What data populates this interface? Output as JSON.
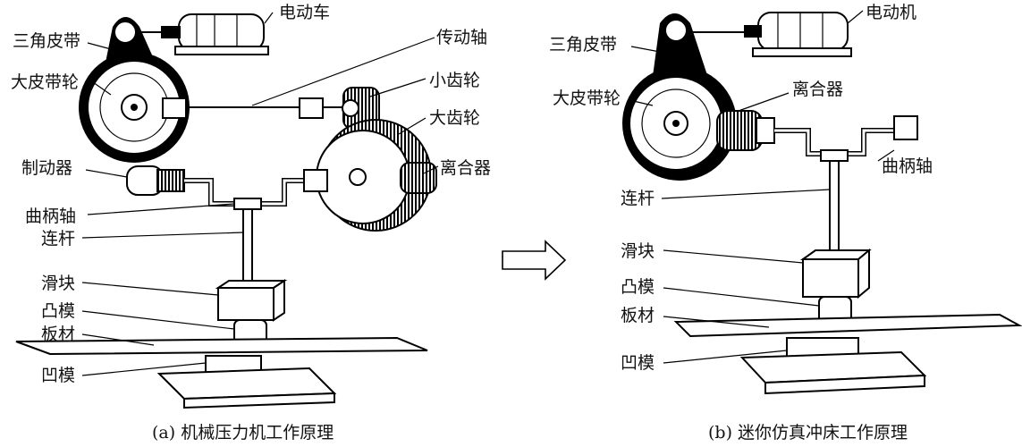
{
  "diagram_a": {
    "caption": "(a) 机械压力机工作原理",
    "labels": {
      "motor": "电动车",
      "v_belt": "三角皮带",
      "drive_shaft": "传动轴",
      "small_gear": "小齿轮",
      "large_pulley": "大皮带轮",
      "large_gear": "大齿轮",
      "brake": "制动器",
      "clutch": "离合器",
      "crankshaft": "曲柄轴",
      "connecting_rod": "连杆",
      "slider": "滑块",
      "punch": "凸模",
      "sheet": "板材",
      "die": "凹模"
    }
  },
  "diagram_b": {
    "caption": "(b) 迷你仿真冲床工作原理",
    "labels": {
      "motor": "电动机",
      "v_belt": "三角皮带",
      "clutch": "离合器",
      "large_pulley": "大皮带轮",
      "crankshaft": "曲柄轴",
      "connecting_rod": "连杆",
      "slider": "滑块",
      "punch": "凸模",
      "sheet": "板材",
      "die": "凹模"
    }
  },
  "arrow_icon": "right-arrow-icon"
}
